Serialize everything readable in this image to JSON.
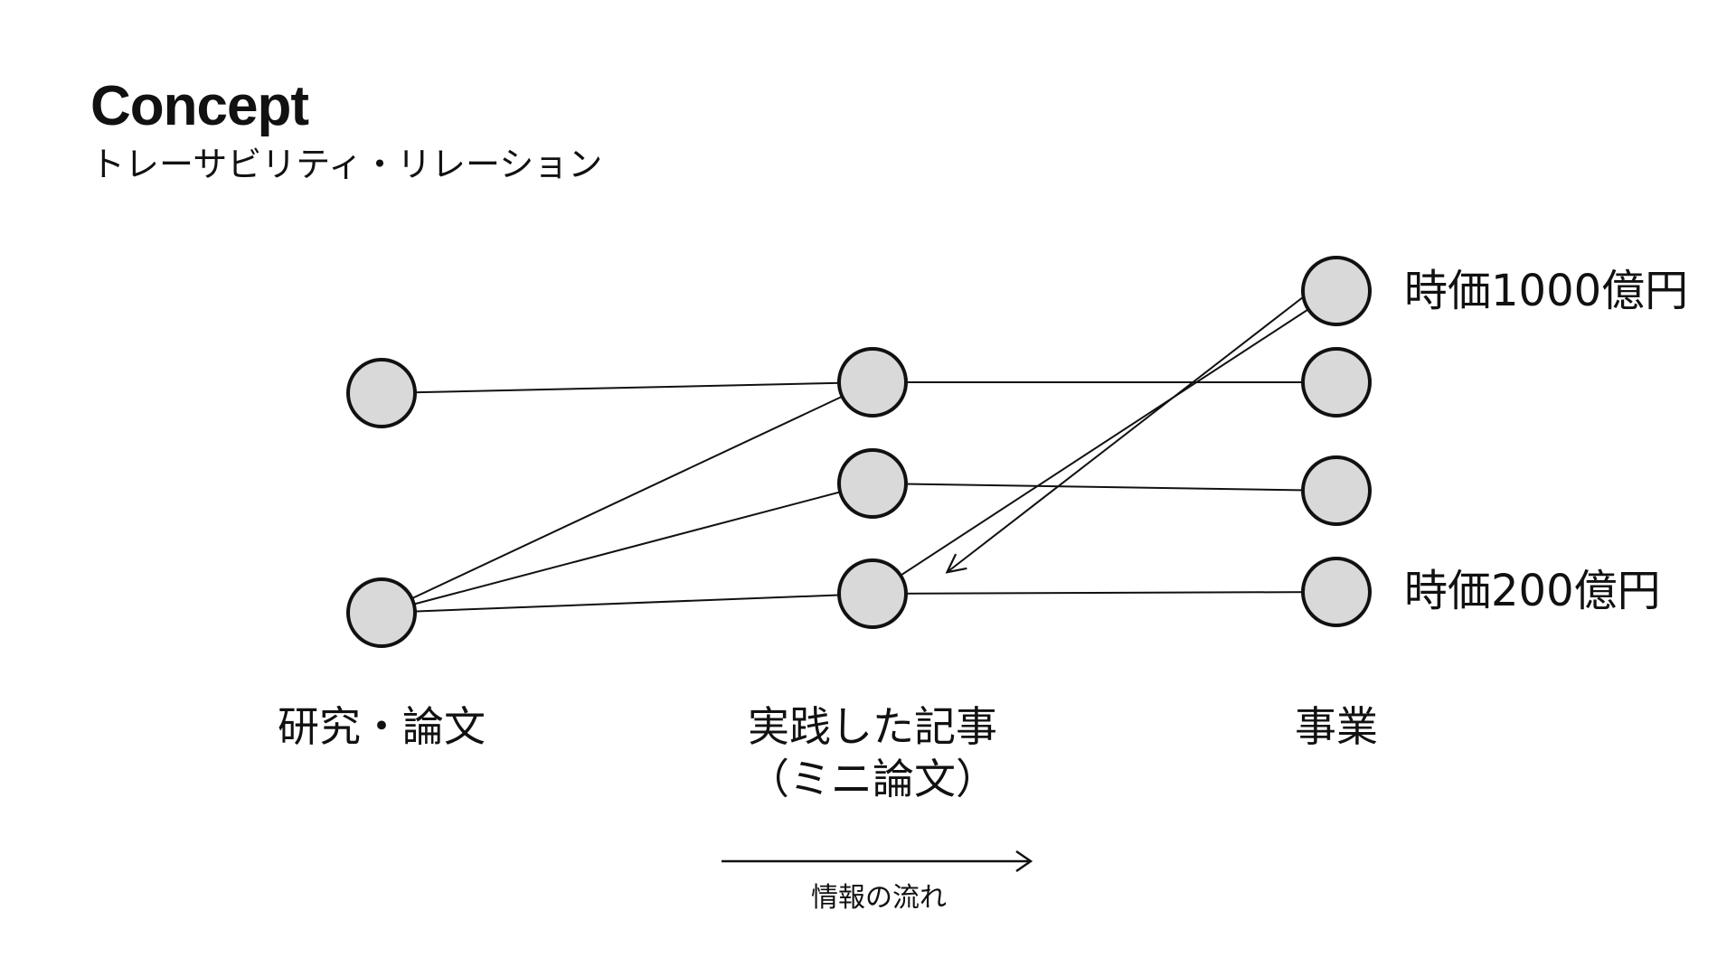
{
  "header": {
    "title": "Concept",
    "subtitle": "トレーサビリティ・リレーション"
  },
  "columns": [
    {
      "id": "research",
      "label_line1": "研究・論文",
      "label_line2": ""
    },
    {
      "id": "articles",
      "label_line1": "実践した記事",
      "label_line2": "（ミニ論文）"
    },
    {
      "id": "business",
      "label_line1": "事業",
      "label_line2": ""
    }
  ],
  "nodes": [
    {
      "id": "r1",
      "column": "research",
      "row": 1,
      "label": ""
    },
    {
      "id": "r2",
      "column": "research",
      "row": 2,
      "label": ""
    },
    {
      "id": "a1",
      "column": "articles",
      "row": 1,
      "label": ""
    },
    {
      "id": "a2",
      "column": "articles",
      "row": 2,
      "label": ""
    },
    {
      "id": "a3",
      "column": "articles",
      "row": 3,
      "label": ""
    },
    {
      "id": "b1",
      "column": "business",
      "row": 1,
      "label": "時価1000億円"
    },
    {
      "id": "b2",
      "column": "business",
      "row": 2,
      "label": ""
    },
    {
      "id": "b3",
      "column": "business",
      "row": 3,
      "label": ""
    },
    {
      "id": "b4",
      "column": "business",
      "row": 4,
      "label": "時価200億円"
    }
  ],
  "edges": [
    {
      "from": "r1",
      "to": "a1"
    },
    {
      "from": "r2",
      "to": "a1"
    },
    {
      "from": "r2",
      "to": "a2"
    },
    {
      "from": "r2",
      "to": "a3"
    },
    {
      "from": "a1",
      "to": "b2"
    },
    {
      "from": "a2",
      "to": "b3"
    },
    {
      "from": "a3",
      "to": "b4"
    },
    {
      "from": "a3",
      "to": "b1"
    }
  ],
  "trace_arrow": {
    "from": "b1",
    "to": "a3"
  },
  "flow": {
    "label": "情報の流れ"
  },
  "colors": {
    "node_fill": "#d9d9d9",
    "node_stroke": "#111111",
    "line": "#111111",
    "text": "#111111"
  }
}
